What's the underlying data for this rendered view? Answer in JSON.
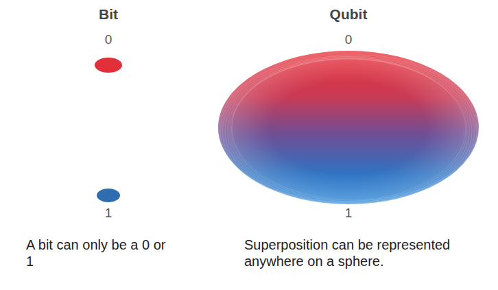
{
  "diagram": {
    "labels": [
      "Bit",
      "Qubit",
      "0",
      "0",
      "1",
      "1",
      "A bit can only be a 0 or 1",
      "Superposition can be represented anywhere on a sphere."
    ]
  }
}
